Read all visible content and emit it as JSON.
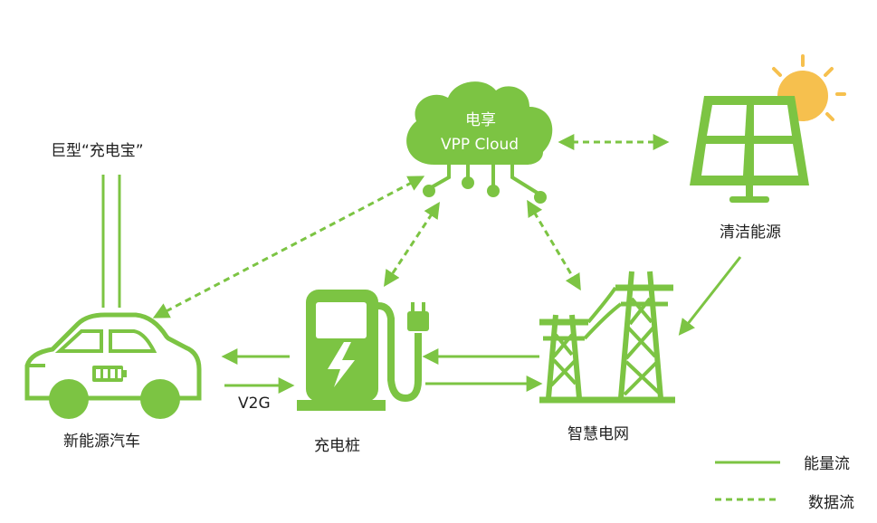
{
  "colors": {
    "green": "#7CC443",
    "sun": "#F6C04E",
    "white": "#ffffff"
  },
  "labels": {
    "power_bank": "巨型“充电宝”",
    "cloud_line1": "电享",
    "cloud_line2": "VPP Cloud",
    "solar": "清洁能源",
    "car": "新能源汽车",
    "charger": "充电桩",
    "grid": "智慧电网",
    "v2g": "V2G"
  },
  "legend": {
    "energy_flow": "能量流",
    "data_flow": "数据流"
  },
  "icons": {
    "cloud": "cloud-icon",
    "solar": "solar-panel-icon",
    "sun": "sun-icon",
    "car": "electric-car-icon",
    "charger": "charging-station-icon",
    "grid": "power-tower-icon"
  }
}
